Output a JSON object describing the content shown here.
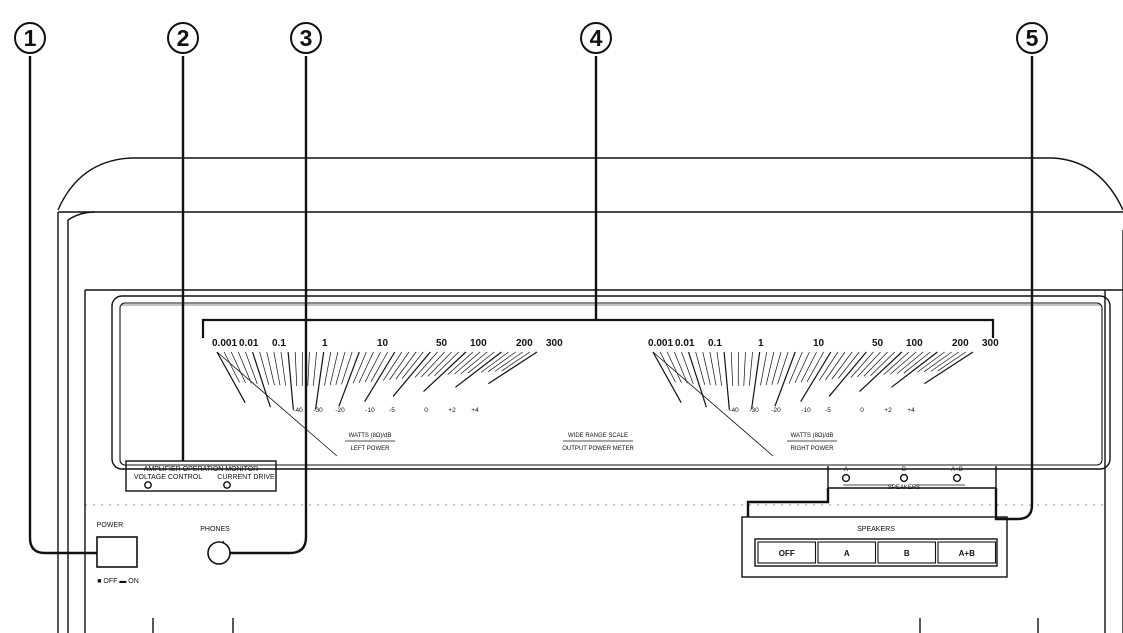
{
  "callouts": [
    "1",
    "2",
    "3",
    "4",
    "5"
  ],
  "meter": {
    "watt_scale": [
      "0.001",
      "0.01",
      "0.1",
      "1",
      "10",
      "50",
      "100",
      "200",
      "300"
    ],
    "db_scale": [
      "-40",
      "-30",
      "-20",
      "-10",
      "-5",
      "0",
      "+2",
      "+4"
    ],
    "left": {
      "line1": "WATTS (8Ω)/dB",
      "line2": "LEFT POWER"
    },
    "center": {
      "line1": "WIDE RANGE SCALE",
      "line2": "OUTPUT POWER METER"
    },
    "right": {
      "line1": "WATTS (8Ω)/dB",
      "line2": "RIGHT POWER"
    }
  },
  "monitor": {
    "title": "AMPLIFIER OPERATION MONITOR",
    "voltage": "VOLTAGE CONTROL",
    "current": "CURRENT DRIVE"
  },
  "speaker_indicators": {
    "a": "A",
    "b": "B",
    "ab": "A+B",
    "label": "SPEAKERS"
  },
  "controls": {
    "power_label": "POWER",
    "power_states": "■ OFF ▬ ON",
    "phones_label": "PHONES",
    "speakers_label": "SPEAKERS",
    "speaker_buttons": [
      "OFF",
      "A",
      "B",
      "A+B"
    ]
  }
}
